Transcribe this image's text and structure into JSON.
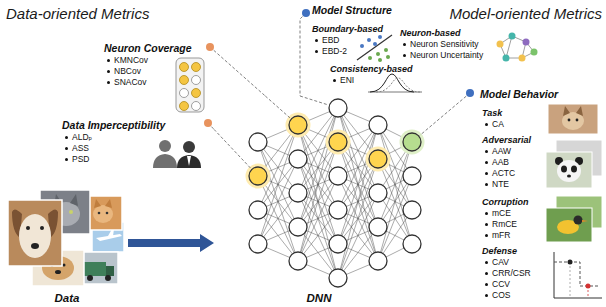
{
  "diagram": {
    "nodes": [
      {
        "text": [
          "Neuron Coverage",
          "KMNCov",
          "NBCov",
          "SNACov"
        ]
      },
      {
        "text": [
          "Data Imperceptibility",
          "ALDₚ",
          "ASS",
          "PSD"
        ]
      },
      {
        "text": [
          "Data"
        ]
      },
      {
        "text": [
          "DNN"
        ]
      },
      {
        "text": [
          "Model Structure"
        ]
      },
      {
        "text": [
          "Boundary-based",
          "EBD",
          "EBD-2"
        ],
        "in": 4
      },
      {
        "text": [
          "Neuron-based",
          "Neuron Sensitivity",
          "Neuron Uncertainty"
        ],
        "in": 4
      },
      {
        "text": [
          "Consistency-based",
          "ENI"
        ],
        "in": 4
      },
      {
        "text": [
          "Model Behavior"
        ]
      },
      {
        "text": [
          "Task",
          "CA"
        ],
        "in": 8
      },
      {
        "text": [
          "Adversarial",
          "AAW",
          "AAB",
          "ACTC",
          "NTE"
        ],
        "in": 8
      },
      {
        "text": [
          "Corruption",
          "mCE",
          "RmCE",
          "mFR"
        ],
        "in": 8
      },
      {
        "text": [
          "Defense",
          "CAV",
          "CRR/CSR",
          "CCV",
          "COS"
        ],
        "in": 8
      }
    ],
    "edges": [
      {
        "from": 0,
        "to": 3,
        "arrow": "none"
      },
      {
        "from": 1,
        "to": 3,
        "arrow": "none"
      },
      {
        "from": 2,
        "to": 3,
        "arrow": "to"
      },
      {
        "from": 4,
        "to": 3,
        "arrow": "none"
      },
      {
        "from": 8,
        "to": 3,
        "arrow": "none"
      }
    ],
    "labels": [
      "Data-oriented Metrics",
      "Model-oriented Metrics"
    ]
  }
}
